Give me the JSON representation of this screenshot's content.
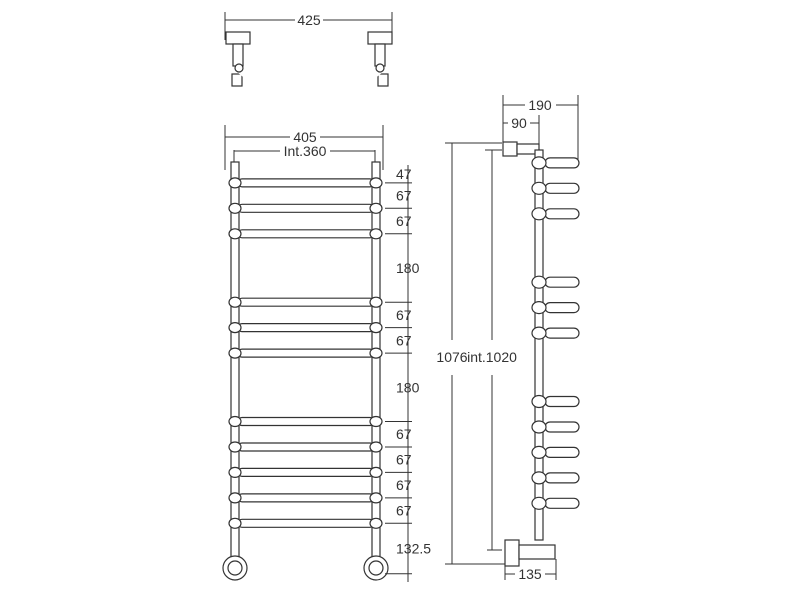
{
  "top_view": {
    "width_label": "425"
  },
  "front_view": {
    "overall_width": "405",
    "internal_width": "Int.360",
    "spacings": [
      "47",
      "67",
      "67",
      "180",
      "67",
      "67",
      "180",
      "67",
      "67",
      "67",
      "67",
      "132.5"
    ]
  },
  "side_view": {
    "depth_total": "190",
    "depth_offset": "90",
    "height_total": "1076",
    "height_internal": "int.1020",
    "valve_width": "135"
  }
}
